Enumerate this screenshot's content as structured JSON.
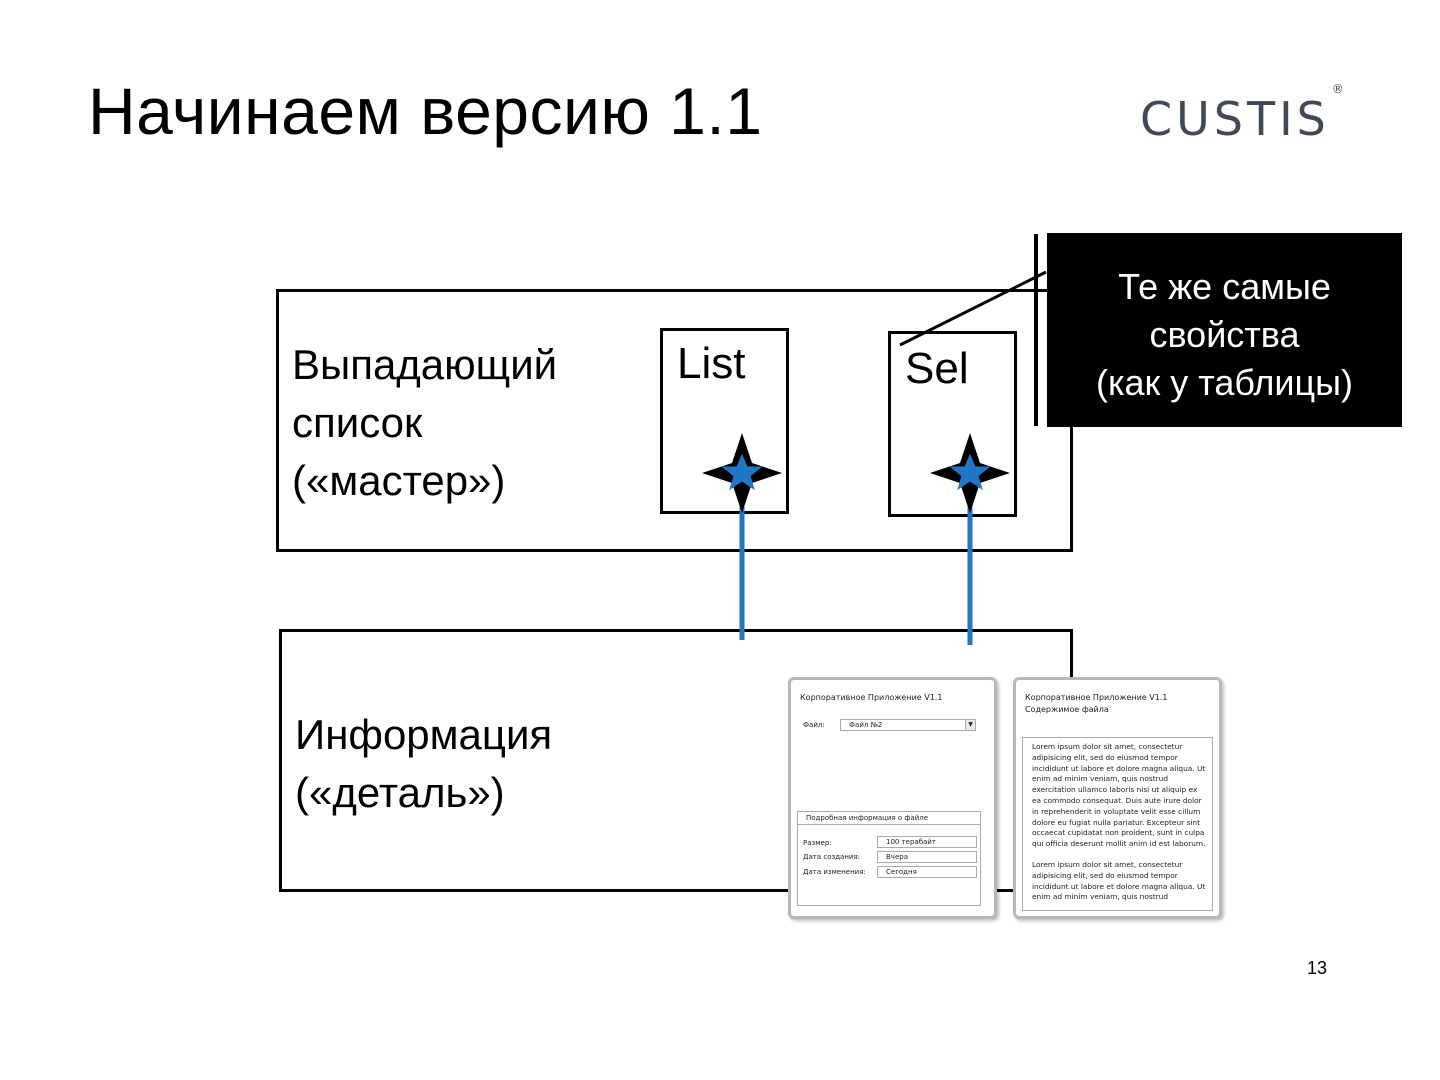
{
  "slide": {
    "title": "Начинаем версию 1.1",
    "logo_text": "CUSTIS",
    "logo_mark": "®",
    "page_number": "13"
  },
  "master": {
    "label_lines": [
      "Выпадающий",
      "список",
      "(«мастер»)"
    ],
    "list_box": "List",
    "sel_box": "Sel"
  },
  "detail": {
    "label_lines": [
      "Информация",
      "(«деталь»)"
    ]
  },
  "callout": {
    "lines": [
      "Те же самые",
      "свойства",
      "(как у таблицы)"
    ]
  },
  "colors": {
    "arrow": "#1f77c8",
    "star_fill": "#1f77c8",
    "star_outline": "#000000",
    "callout_bg": "#000000",
    "logo": "#3f4a59"
  },
  "mock1": {
    "title": "Корпоративное Приложение V1.1",
    "file_label": "Файл:",
    "file_value": "Файл №2",
    "group_title": "Подробная информация о файле",
    "rows": [
      {
        "label": "Размер:",
        "value": "100 терабайт"
      },
      {
        "label": "Дата создания:",
        "value": "Вчера"
      },
      {
        "label": "Дата изменения:",
        "value": "Сегодня"
      }
    ]
  },
  "mock2": {
    "title": "Корпоративное Приложение V1.1",
    "subtitle": "Содержимое файла",
    "paragraph1": "Lorem ipsum dolor sit amet, consectetur adipisicing elit, sed do eiusmod tempor incididunt ut labore et dolore magna aliqua. Ut enim ad minim veniam, quis nostrud exercitation ullamco laboris nisi ut aliquip ex ea commodo consequat. Duis aute irure dolor in reprehenderit in voluptate velit esse cillum dolore eu fugiat nulla pariatur. Excepteur sint occaecat cupidatat non proident, sunt in culpa qui officia deserunt mollit anim id est laborum.",
    "paragraph2": "Lorem ipsum dolor sit amet, consectetur adipisicing elit, sed do eiusmod tempor incididunt ut labore et dolore magna aliqua. Ut enim ad minim veniam, quis nostrud"
  }
}
